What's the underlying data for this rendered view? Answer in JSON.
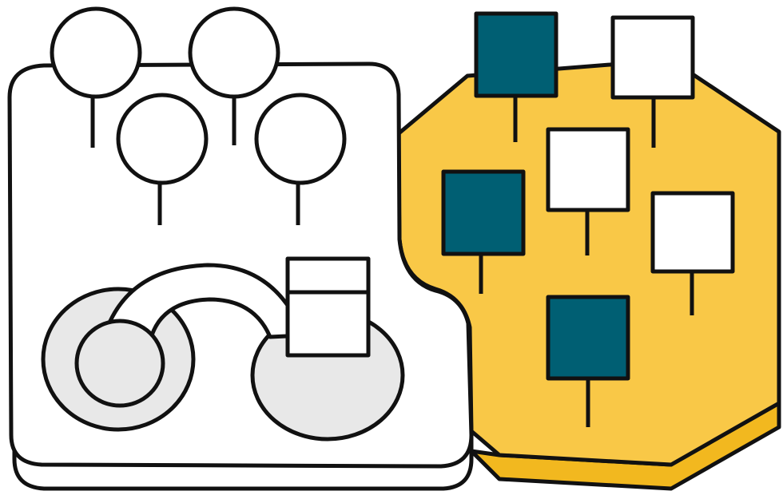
{
  "scene": {
    "background": "#ffffff",
    "colors": {
      "outline": "#111111",
      "yellow": "#f9c847",
      "yellow_edge": "#f2b81f",
      "teal": "#005f73",
      "white": "#ffffff",
      "gray": "#e8e8e8"
    },
    "left_panel": {
      "balloons": 4,
      "objects": [
        "pin-circle",
        "pin-circle",
        "pin-circle",
        "pin-circle",
        "gray-disc",
        "gray-disc",
        "arch-bridge",
        "white-box"
      ]
    },
    "right_panel": {
      "signs": [
        {
          "color": "teal"
        },
        {
          "color": "white"
        },
        {
          "color": "white"
        },
        {
          "color": "teal"
        },
        {
          "color": "white"
        },
        {
          "color": "teal"
        }
      ]
    }
  }
}
